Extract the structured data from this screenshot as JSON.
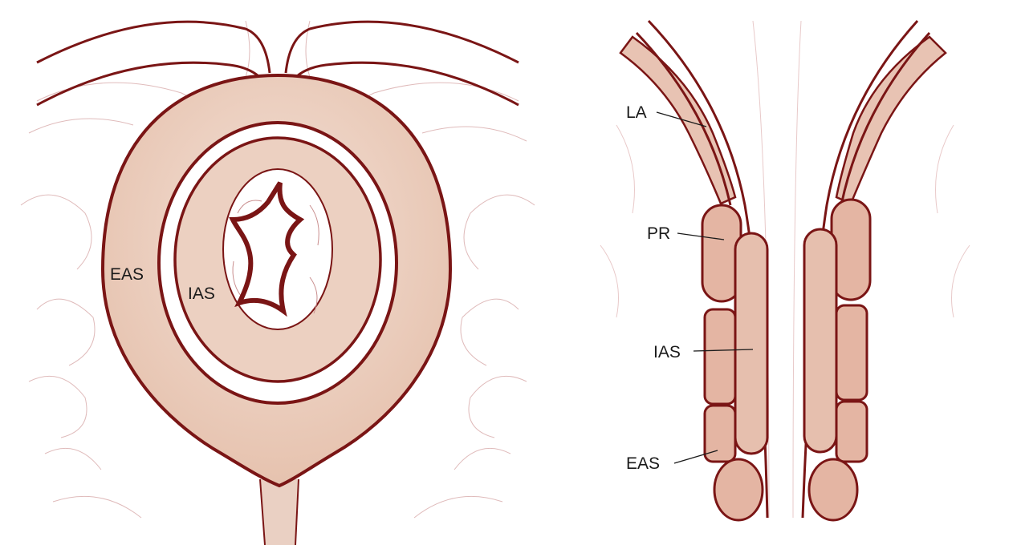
{
  "figure": {
    "colors": {
      "outline": "#7a1515",
      "muscle_fill": "#e9c9b8",
      "muscle_fill_light": "#f4e2d8",
      "sketch": "#c98e8e",
      "border": "#000000"
    },
    "left_panel": {
      "labels": {
        "eas": "EAS",
        "ias": "IAS"
      }
    },
    "right_panel": {
      "labels": {
        "la": "LA",
        "pr": "PR",
        "ias": "IAS",
        "eas": "EAS"
      }
    }
  }
}
